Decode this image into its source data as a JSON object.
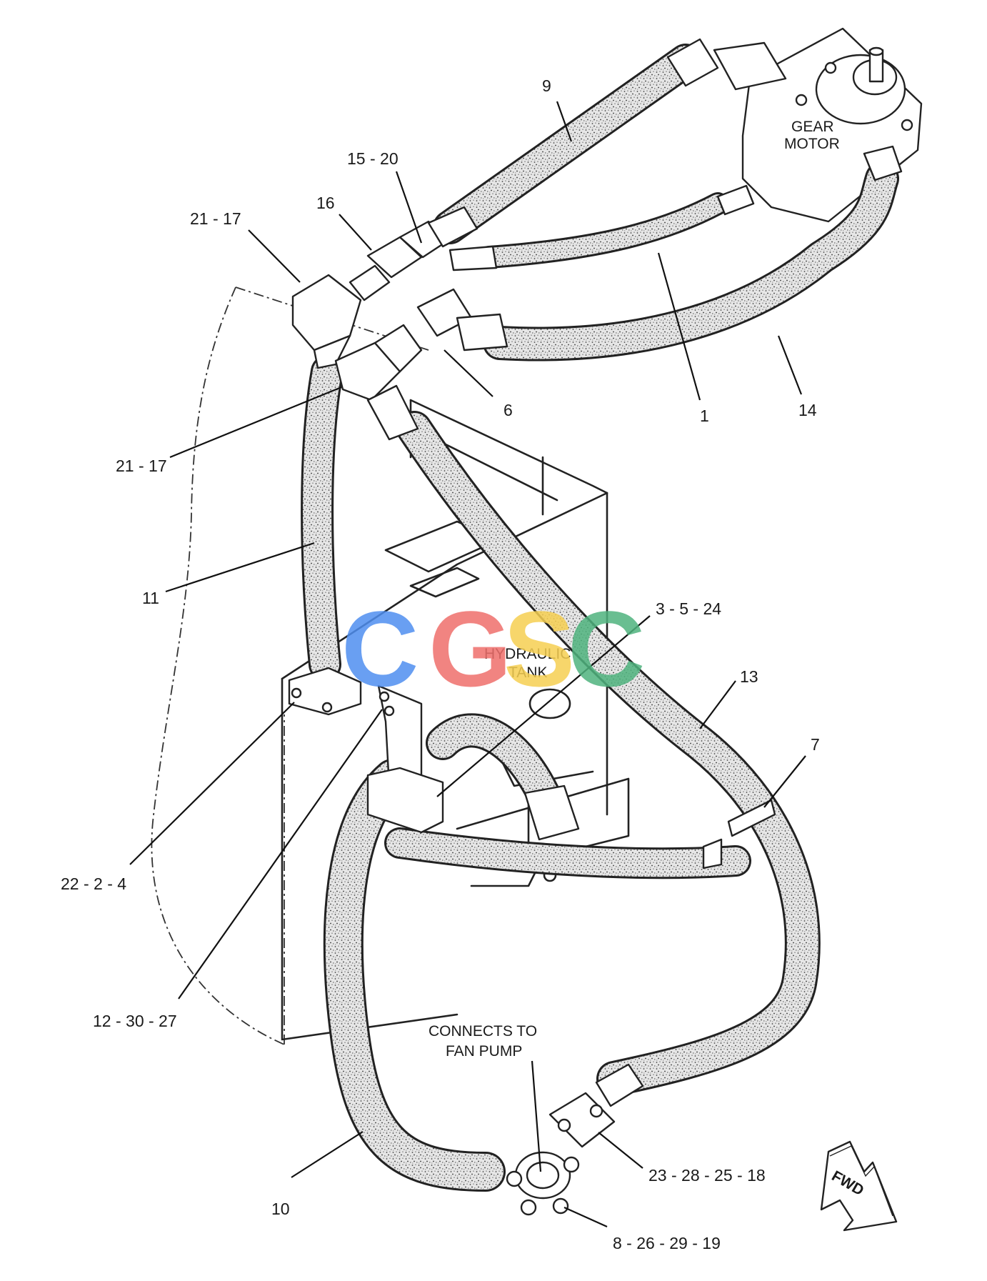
{
  "watermark": {
    "letters": [
      "C",
      "G",
      "S",
      "C"
    ],
    "colors": [
      "#4f8ff0",
      "#ef6f6c",
      "#f6cf52",
      "#4fb37e"
    ]
  },
  "labels": {
    "gear_motor": [
      "GEAR",
      "MOTOR"
    ],
    "hydraulic_tank": [
      "HYDRAULIC",
      "TANK"
    ],
    "connects_to_fan_pump": [
      "CONNECTS TO",
      "FAN PUMP"
    ],
    "fwd": "FWD"
  },
  "callouts": [
    {
      "id": "9",
      "text": "9"
    },
    {
      "id": "15-20",
      "text": "15 - 20"
    },
    {
      "id": "16",
      "text": "16"
    },
    {
      "id": "21-17-top",
      "text": "21 - 17"
    },
    {
      "id": "21-17-mid",
      "text": "21 - 17"
    },
    {
      "id": "6",
      "text": "6"
    },
    {
      "id": "1",
      "text": "1"
    },
    {
      "id": "14",
      "text": "14"
    },
    {
      "id": "11",
      "text": "11"
    },
    {
      "id": "3-5-24",
      "text": "3 - 5 - 24"
    },
    {
      "id": "13",
      "text": "13"
    },
    {
      "id": "7",
      "text": "7"
    },
    {
      "id": "22-2-4",
      "text": "22 - 2 - 4"
    },
    {
      "id": "12-30-27",
      "text": "12 - 30 - 27"
    },
    {
      "id": "23-28-25-18",
      "text": "23 - 28 - 25 - 18"
    },
    {
      "id": "10",
      "text": "10"
    },
    {
      "id": "8-26-29-19",
      "text": "8 - 26 - 29 - 19"
    }
  ]
}
